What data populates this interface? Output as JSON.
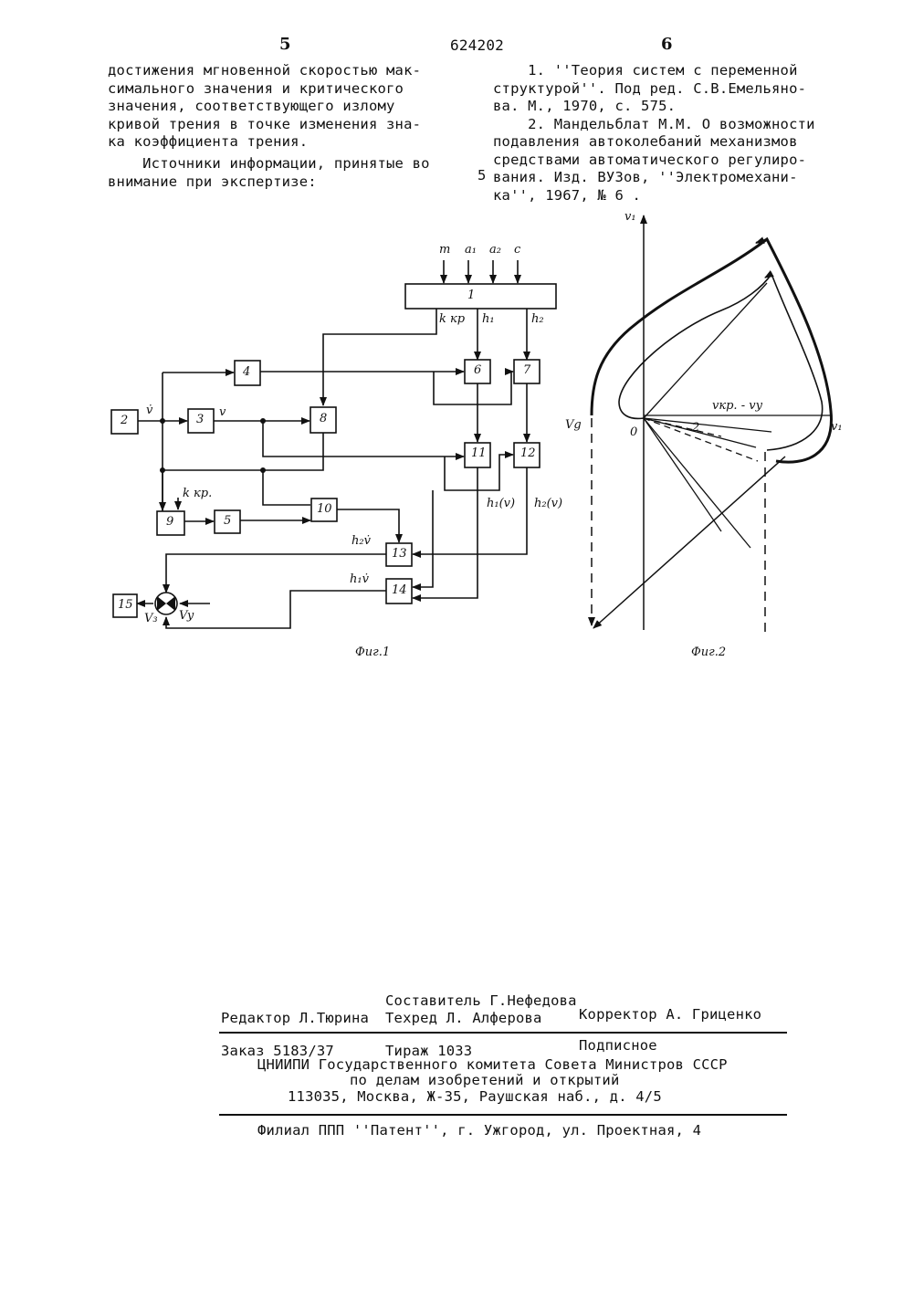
{
  "header": {
    "page_left": "5",
    "patent_number": "624202",
    "page_right": "6"
  },
  "left_column": {
    "lines": [
      "достижения мгновенной скоростью мак-",
      "симального значения и критического",
      "значения, соответствующего излому",
      "кривой трения в точке изменения зна-",
      "ка коэффициента трения."
    ],
    "sources_lines": [
      "    Источники информации, принятые во",
      "внимание при экспертизе:"
    ]
  },
  "line_marker": "5",
  "right_column": {
    "lines": [
      "    1. ''Теория систем с переменной",
      "структурой''. Под ред. С.В.Емельяно-",
      "ва. М., 1970, с. 575.",
      "    2. Мандельблат М.М. О возможности",
      "подавления автоколебаний механизмов",
      "средствами автоматического регулиро-",
      "вания. Изд. ВУЗов, ''Электромехани-",
      "ка'', 1967, № 6 ."
    ]
  },
  "fig1": {
    "caption": "Фиг.1",
    "inputs": [
      "m",
      "a₁",
      "a₂",
      "c"
    ],
    "blocks": [
      "1",
      "2",
      "3",
      "4",
      "5",
      "6",
      "7",
      "8",
      "9",
      "10",
      "11",
      "12",
      "13",
      "14",
      "15"
    ],
    "signals": {
      "kkr_top": "k кр",
      "h1": "h₁",
      "h2": "h₂",
      "v_dot": "v̇",
      "v": "v",
      "kkr_mid": "k кр.",
      "h1v": "h₁(v)",
      "h2v": "h₂(v)",
      "h2vdot": "h₂v̇",
      "h1vdot": "h₁v̇",
      "v3": "V₃",
      "vy": "Vy"
    }
  },
  "fig2": {
    "caption": "Фиг.2",
    "labels": {
      "v_axis": "v₁",
      "v_left": "Vg",
      "origin": "0",
      "v_right": "v₁",
      "vkr": "vкр. - vy",
      "mark": "2"
    }
  },
  "imprint": {
    "compiler": "Составитель Г.Нефедова",
    "editor": "Редактор Л.Тюрина",
    "techred": "Техред Л. Алферова",
    "corrector": "Корректор А. Гриценко",
    "order": "Заказ 5183/37",
    "circulation": "Тираж 1033",
    "subscription": "Подписное",
    "org_line1": "ЦНИИПИ Государственного комитета Совета Министров СССР",
    "org_line2": "по делам изобретений и открытий",
    "address": "113035, Москва, Ж-35, Раушская наб., д. 4/5",
    "branch": "Филиал ППП ''Патент'', г. Ужгород, ул. Проектная, 4"
  }
}
